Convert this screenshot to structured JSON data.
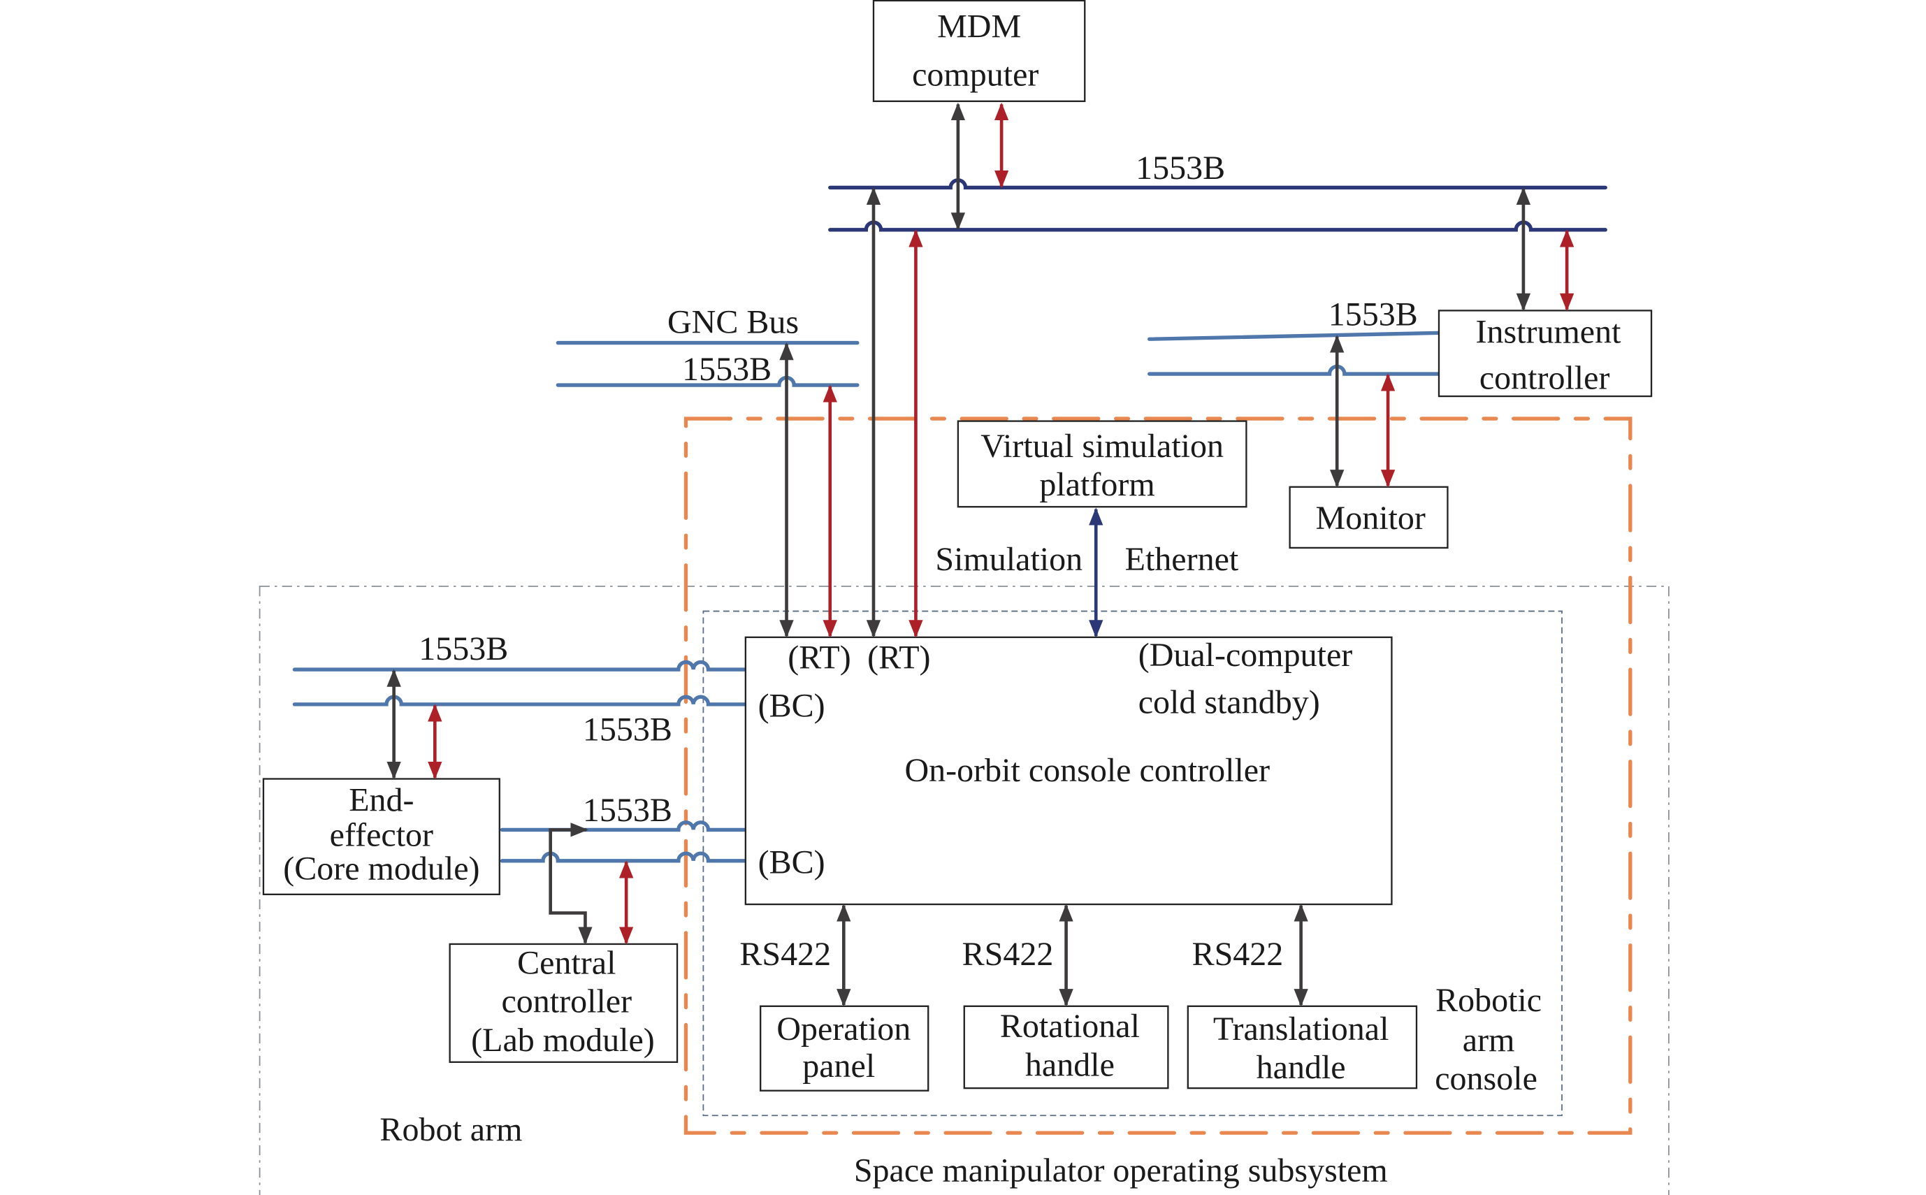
{
  "title": "Space manipulator operating subsystem architecture",
  "colors": {
    "bus_main": "#2c3778",
    "bus_secondary": "#4f77ab",
    "arrow_primary": "#3e3b3c",
    "arrow_redundant": "#ad2027",
    "ethernet": "#2c3778",
    "subsystem_border": "#e8874f"
  },
  "groups": {
    "subsystem": "Space manipulator operating subsystem",
    "robot_arm": "Robot arm",
    "console": [
      "Robotic",
      "arm",
      "console"
    ]
  },
  "nodes": {
    "mdm": [
      "MDM",
      "computer"
    ],
    "instrument": [
      "Instrument",
      "controller"
    ],
    "monitor": [
      "Monitor"
    ],
    "virtual_sim": [
      "Virtual simulation",
      "platform"
    ],
    "console_controller": {
      "name": "On-orbit console controller",
      "note": [
        "(Dual-computer",
        "cold standby)"
      ],
      "rt1": "(RT)",
      "rt2": "(RT)",
      "bc1": "(BC)",
      "bc2": "(BC)"
    },
    "end_effector": [
      "End-",
      "effector",
      "(Core module)"
    ],
    "central": [
      "Central",
      "controller",
      "(Lab module)"
    ],
    "operation_panel": [
      "Operation",
      "panel"
    ],
    "rotational_handle": [
      "Rotational",
      "handle"
    ],
    "translational_handle": [
      "Translational",
      "handle"
    ]
  },
  "buses": {
    "main": "1553B",
    "gnc": "GNC Bus",
    "gnc_1553": "1553B",
    "instrument": "1553B",
    "ee_upper": "1553B",
    "ee_lower": "1553B",
    "central": "1553B"
  },
  "links": {
    "simulation": "Simulation",
    "ethernet": "Ethernet",
    "rs422": [
      "RS422",
      "RS422",
      "RS422"
    ]
  }
}
